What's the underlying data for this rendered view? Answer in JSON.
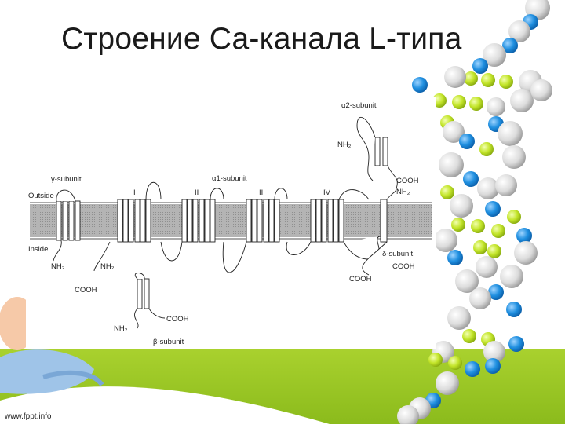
{
  "slide": {
    "title": "Строение Са-канала L-типа",
    "footer": "www.fppt.info"
  },
  "diagram": {
    "membrane": {
      "outside": "Outside",
      "inside": "Inside"
    },
    "subunits": {
      "alpha2": "α2-subunit",
      "gamma": "γ-subunit",
      "alpha1": "α1-subunit",
      "delta": "δ-subunit",
      "beta": "β-subunit"
    },
    "domains": [
      "I",
      "II",
      "III",
      "IV"
    ],
    "termini": {
      "nh2": "NH₂",
      "cooh": "COOH"
    }
  },
  "colors": {
    "background": "#ffffff",
    "ground_green": "#9bc724",
    "dna_blue": "#1f8fe0",
    "dna_lime": "#c3e52a",
    "dna_gray": "#d7d7d7",
    "membrane_gray": "#a9a9a9"
  }
}
